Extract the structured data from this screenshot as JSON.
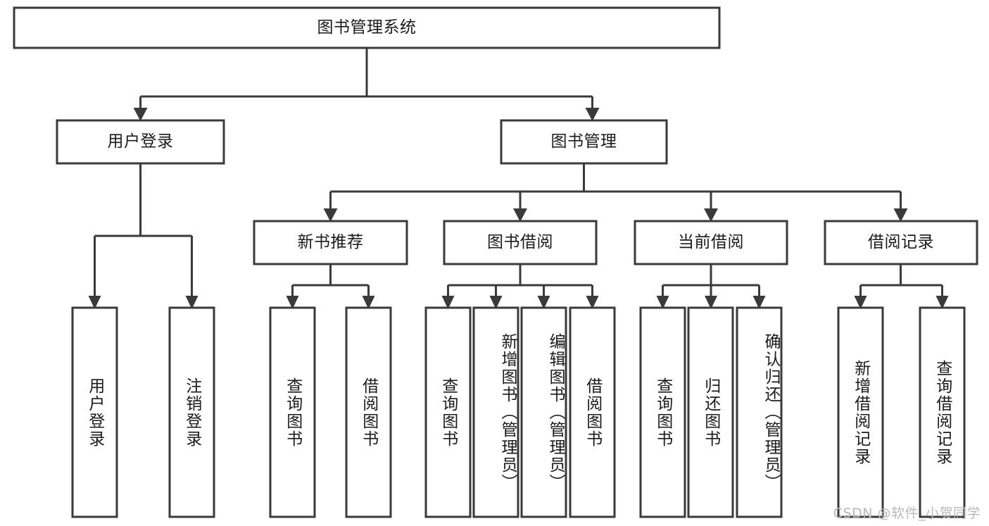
{
  "diagram": {
    "type": "tree",
    "title": "图书管理系统",
    "watermark": "CSDN @软件_小贺同学",
    "colors": {
      "stroke": "#3a3a3a",
      "fill": "#ffffff",
      "text": "#1b1b1b",
      "watermark": "#b9b9b9",
      "background": "#ffffff"
    },
    "nodes": {
      "root": {
        "label": "图书管理系统",
        "level": 1,
        "orientation": "horizontal"
      },
      "user_login": {
        "label": "用户登录",
        "level": 2,
        "orientation": "horizontal"
      },
      "book_mgmt": {
        "label": "图书管理",
        "level": 2,
        "orientation": "horizontal"
      },
      "new_book_rec": {
        "label": "新书推荐",
        "level": 3,
        "orientation": "horizontal"
      },
      "book_borrow": {
        "label": "图书借阅",
        "level": 3,
        "orientation": "horizontal"
      },
      "current_borrow": {
        "label": "当前借阅",
        "level": 3,
        "orientation": "horizontal"
      },
      "borrow_record": {
        "label": "借阅记录",
        "level": 3,
        "orientation": "horizontal"
      },
      "leaf_user_login": {
        "label": "用户登录",
        "level": 3,
        "orientation": "vertical"
      },
      "leaf_logout": {
        "label": "注销登录",
        "level": 3,
        "orientation": "vertical"
      },
      "leaf_query_book_1": {
        "label": "查询图书",
        "level": 4,
        "orientation": "vertical"
      },
      "leaf_borrow_book_1": {
        "label": "借阅图书",
        "level": 4,
        "orientation": "vertical"
      },
      "leaf_query_book_2": {
        "label": "查询图书",
        "level": 4,
        "orientation": "vertical"
      },
      "leaf_add_book": {
        "label": "新增图书（管理员）",
        "level": 4,
        "orientation": "vertical"
      },
      "leaf_edit_book": {
        "label": "编辑图书（管理员）",
        "level": 4,
        "orientation": "vertical"
      },
      "leaf_borrow_book_2": {
        "label": "借阅图书",
        "level": 4,
        "orientation": "vertical"
      },
      "leaf_query_book_3": {
        "label": "查询图书",
        "level": 4,
        "orientation": "vertical"
      },
      "leaf_return_book": {
        "label": "归还图书",
        "level": 4,
        "orientation": "vertical"
      },
      "leaf_confirm_return": {
        "label": "确认归还（管理员）",
        "level": 4,
        "orientation": "vertical"
      },
      "leaf_add_record": {
        "label": "新增借阅记录",
        "level": 4,
        "orientation": "vertical"
      },
      "leaf_query_record": {
        "label": "查询借阅记录",
        "level": 4,
        "orientation": "vertical"
      }
    },
    "edges": [
      {
        "from": "root",
        "to": "user_login"
      },
      {
        "from": "root",
        "to": "book_mgmt"
      },
      {
        "from": "user_login",
        "to": "leaf_user_login"
      },
      {
        "from": "user_login",
        "to": "leaf_logout"
      },
      {
        "from": "book_mgmt",
        "to": "new_book_rec"
      },
      {
        "from": "book_mgmt",
        "to": "book_borrow"
      },
      {
        "from": "book_mgmt",
        "to": "current_borrow"
      },
      {
        "from": "book_mgmt",
        "to": "borrow_record"
      },
      {
        "from": "new_book_rec",
        "to": "leaf_query_book_1"
      },
      {
        "from": "new_book_rec",
        "to": "leaf_borrow_book_1"
      },
      {
        "from": "book_borrow",
        "to": "leaf_query_book_2"
      },
      {
        "from": "book_borrow",
        "to": "leaf_add_book"
      },
      {
        "from": "book_borrow",
        "to": "leaf_edit_book"
      },
      {
        "from": "book_borrow",
        "to": "leaf_borrow_book_2"
      },
      {
        "from": "current_borrow",
        "to": "leaf_query_book_3"
      },
      {
        "from": "current_borrow",
        "to": "leaf_return_book"
      },
      {
        "from": "current_borrow",
        "to": "leaf_confirm_return"
      },
      {
        "from": "borrow_record",
        "to": "leaf_add_record"
      },
      {
        "from": "borrow_record",
        "to": "leaf_query_record"
      }
    ]
  }
}
